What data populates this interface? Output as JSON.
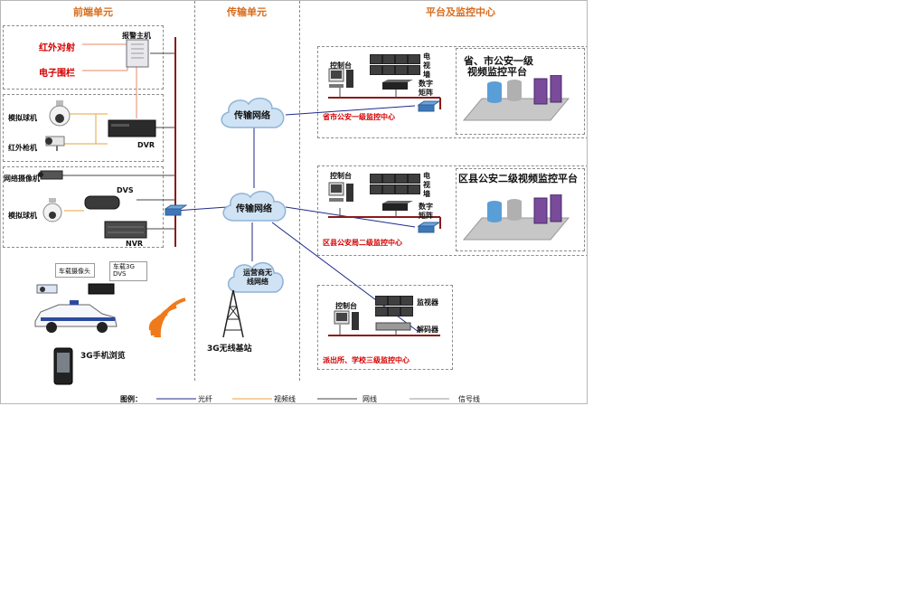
{
  "sections": {
    "front": "前端单元",
    "transmission": "传输单元",
    "platform": "平台及监控中心"
  },
  "front": {
    "alarm_host": "报警主机",
    "infrared": "红外对射",
    "fence": "电子围栏",
    "analog_dome_1": "模拟球机",
    "ir_gun": "红外枪机",
    "dvr": "DVR",
    "net_camera": "网络摄像机",
    "dvs": "DVS",
    "analog_dome_2": "模拟球机",
    "nvr": "NVR",
    "car_camera": "车载摄像头",
    "car_dvs_line1": "车载3G",
    "car_dvs_line2": "DVS",
    "phone": "3G手机浏览"
  },
  "transmission": {
    "cloud1": "传输网络",
    "cloud2": "传输网络",
    "cloud3_line1": "运营商无",
    "cloud3_line2": "线网络",
    "base_station": "3G无线基站"
  },
  "platform": {
    "center1": {
      "console": "控制台",
      "tv_wall": [
        "电",
        "视",
        "墙"
      ],
      "matrix": [
        "数字",
        "矩阵"
      ],
      "name": "省市公安一级监控中心",
      "platform_line1": "省、市公安一级",
      "platform_line2": "视频监控平台"
    },
    "center2": {
      "console": "控制台",
      "tv_wall": [
        "电",
        "视",
        "墙"
      ],
      "matrix": [
        "数字",
        "矩阵"
      ],
      "name": "区县公安局二级监控中心",
      "platform": "区县公安二级视频监控平台"
    },
    "center3": {
      "console": "控制台",
      "monitor": "监视器",
      "decoder": "解码器",
      "name": "派出所、学校三级监控中心"
    }
  },
  "legend": {
    "title": "图例：",
    "items": [
      {
        "label": "光纤",
        "color": "#1f2a8a"
      },
      {
        "label": "视频线",
        "color": "#e8a33c"
      },
      {
        "label": "网线",
        "color": "#444444"
      },
      {
        "label": "信号线",
        "color": "#999999"
      }
    ]
  },
  "colors": {
    "bus": "#8b1a1a",
    "fiber": "#1f2a8a",
    "signal": "#e88a6a",
    "accent": "#d86c1c",
    "center_name": "#d40000"
  }
}
